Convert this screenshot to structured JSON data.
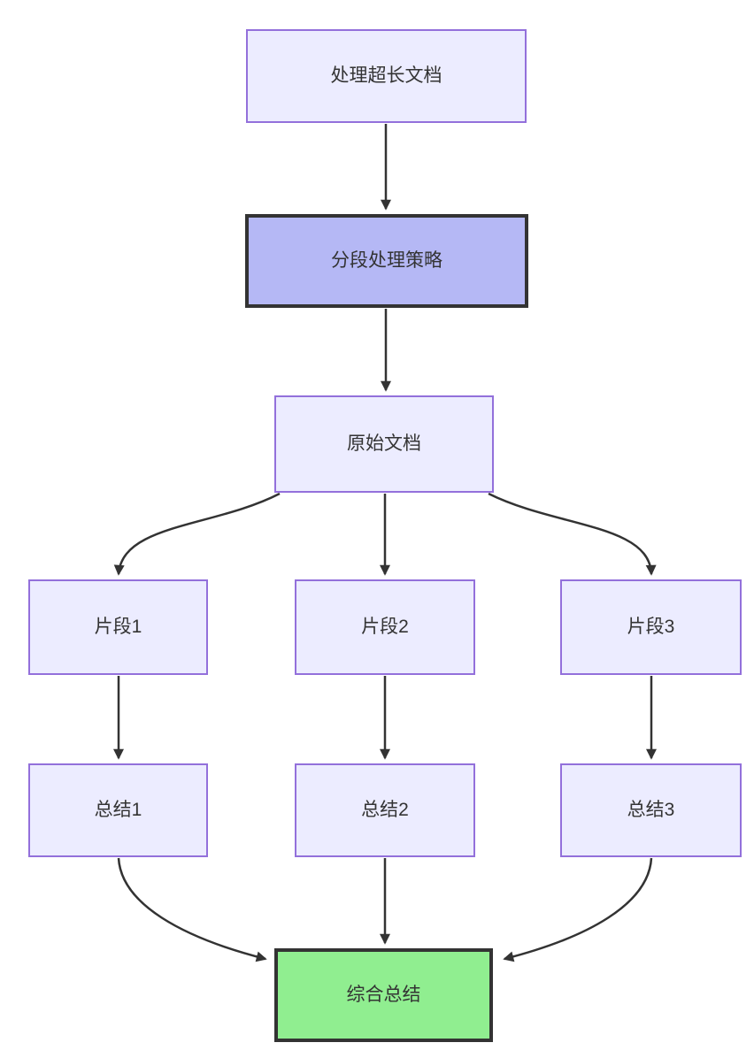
{
  "diagram": {
    "type": "flowchart",
    "direction": "top-down",
    "nodes": [
      {
        "id": "A",
        "label": "处理超长文档",
        "style": "default"
      },
      {
        "id": "B",
        "label": "分段处理策略",
        "style": "highlight-purple"
      },
      {
        "id": "C",
        "label": "原始文档",
        "style": "default"
      },
      {
        "id": "D1",
        "label": "片段1",
        "style": "default"
      },
      {
        "id": "D2",
        "label": "片段2",
        "style": "default"
      },
      {
        "id": "D3",
        "label": "片段3",
        "style": "default"
      },
      {
        "id": "E1",
        "label": "总结1",
        "style": "default"
      },
      {
        "id": "E2",
        "label": "总结2",
        "style": "default"
      },
      {
        "id": "E3",
        "label": "总结3",
        "style": "default"
      },
      {
        "id": "F",
        "label": "综合总结",
        "style": "highlight-green"
      }
    ],
    "edges": [
      {
        "from": "处理超长文档",
        "to": "分段处理策略"
      },
      {
        "from": "分段处理策略",
        "to": "原始文档"
      },
      {
        "from": "原始文档",
        "to": "片段1"
      },
      {
        "from": "原始文档",
        "to": "片段2"
      },
      {
        "from": "原始文档",
        "to": "片段3"
      },
      {
        "from": "片段1",
        "to": "总结1"
      },
      {
        "from": "片段2",
        "to": "总结2"
      },
      {
        "from": "片段3",
        "to": "总结3"
      },
      {
        "from": "总结1",
        "to": "综合总结"
      },
      {
        "from": "总结2",
        "to": "综合总结"
      },
      {
        "from": "总结3",
        "to": "综合总结"
      }
    ],
    "colors": {
      "background": "#ffffff",
      "node_fill": "#ECECFF",
      "node_border": "#9370DB",
      "highlight_purple_fill": "#b5b8f5",
      "highlight_green_fill": "#90ee90",
      "highlight_border": "#333333",
      "edge": "#333333",
      "text": "#333333"
    }
  }
}
